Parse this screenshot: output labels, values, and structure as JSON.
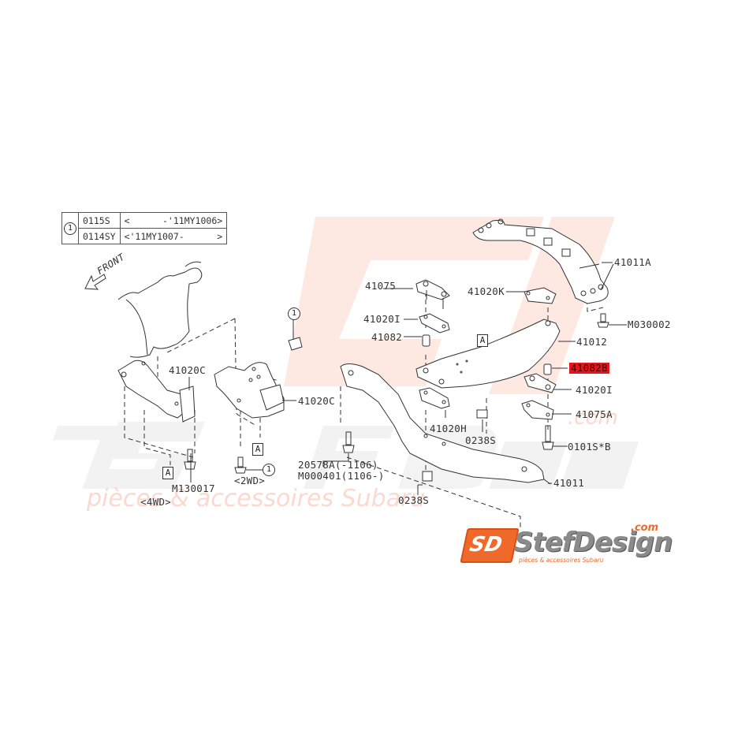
{
  "diagram": {
    "title": "Transmission mount / crossmember parts diagram",
    "highlight_color": "#e8141c",
    "line_color": "#333333",
    "legend_table": {
      "ref_symbol": "1",
      "rows": [
        {
          "part": "0115S",
          "range": "<      -'11MY1006>"
        },
        {
          "part": "0114SY",
          "range": "<'11MY1007-      >"
        }
      ]
    },
    "direction_label": "FRONT",
    "variant_labels": {
      "four_wd": "<4WD>",
      "two_wd": "<2WD>"
    },
    "ref_box_a": "A",
    "ref_circle_1": "1",
    "part_labels": {
      "p41020C_left": "41020C",
      "p41020C_right": "41020C",
      "pM130017": "M130017",
      "p41075": "41075",
      "p41020I_left": "41020I",
      "p41082": "41082",
      "p41020K": "41020K",
      "p41011A": "41011A",
      "pM030002": "M030002",
      "p41012": "41012",
      "p41082B": "41082B",
      "p41020I_right": "41020I",
      "p41075A": "41075A",
      "p0101SB": "0101S*B",
      "p41020H": "41020H",
      "p0238S_upper": "0238S",
      "p0238S_lower": "0238S",
      "p41011": "41011",
      "p20578A": "20578A(-1106)",
      "pM000401": "M000401(1106-)"
    },
    "highlighted_part": "41082B"
  },
  "watermark": {
    "brand": "StefDesign",
    "tagline": "pièces & accessoires Subaru",
    "domain": ".com",
    "color": "#fbd9cf"
  },
  "logo": {
    "mark": "SD",
    "name": "StefDesign",
    "domain": ".com",
    "tagline": "pièces & accessoires Subaru",
    "accent_color": "#ef6a2a"
  }
}
